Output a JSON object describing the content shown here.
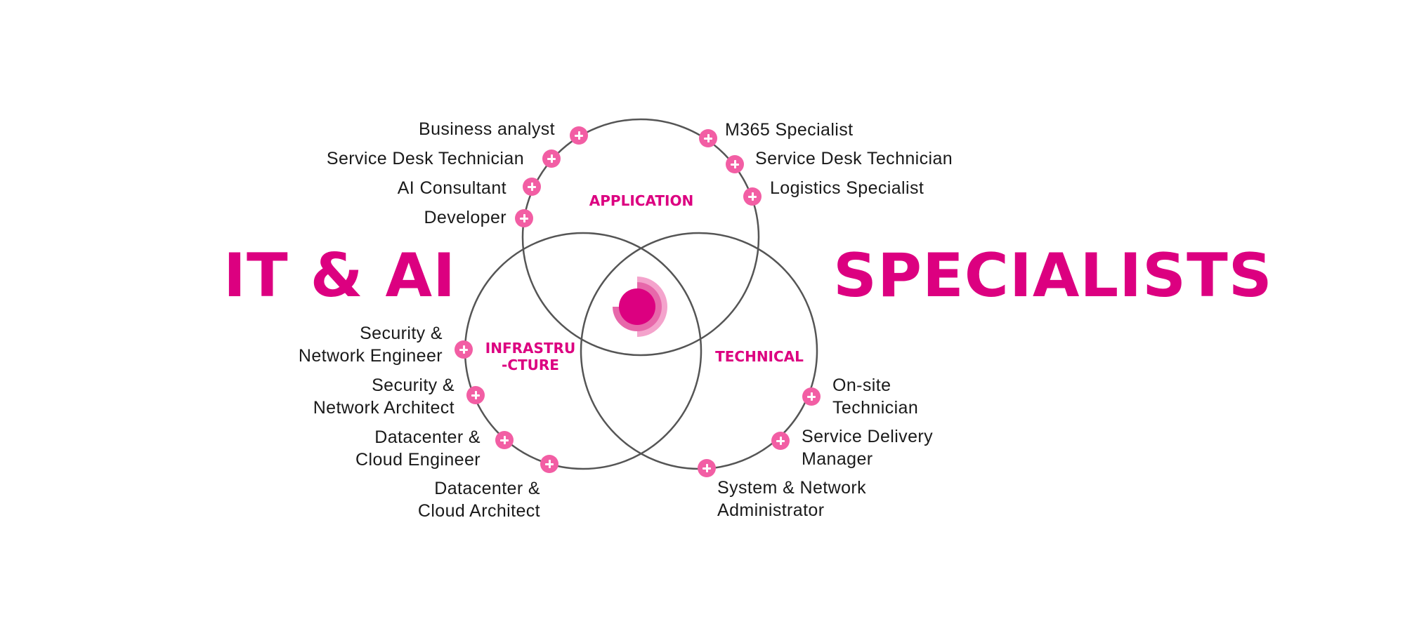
{
  "title": {
    "left": "IT & AI",
    "right": "SPECIALISTS"
  },
  "colors": {
    "brand_magenta": "#dc0080",
    "badge_pink": "#f25ea4",
    "circle_stroke": "#555555",
    "logo_mid": "#e768aa",
    "logo_light": "#f4a3cc",
    "text": "#1a1a1a"
  },
  "sets": {
    "application": {
      "label": "APPLICATION"
    },
    "infrastructure": {
      "label_line1": "INFRASTRU",
      "label_line2": "-CTURE"
    },
    "technical": {
      "label": "TECHNICAL"
    }
  },
  "roles": {
    "application_left": [
      {
        "lines": [
          "Business analyst"
        ]
      },
      {
        "lines": [
          "Service Desk Technician"
        ]
      },
      {
        "lines": [
          "AI Consultant"
        ]
      },
      {
        "lines": [
          "Developer"
        ]
      }
    ],
    "application_right": [
      {
        "lines": [
          "M365 Specialist"
        ]
      },
      {
        "lines": [
          "Service Desk Technician"
        ]
      },
      {
        "lines": [
          "Logistics Specialist"
        ]
      }
    ],
    "infrastructure": [
      {
        "lines": [
          "Security &",
          "Network Engineer"
        ]
      },
      {
        "lines": [
          "Security &",
          "Network Architect"
        ]
      },
      {
        "lines": [
          "Datacenter &",
          "Cloud Engineer"
        ]
      },
      {
        "lines": [
          "Datacenter &",
          "Cloud Architect"
        ]
      }
    ],
    "technical": [
      {
        "lines": [
          "On-site",
          "Technician"
        ]
      },
      {
        "lines": [
          "Service Delivery",
          "Manager"
        ]
      },
      {
        "lines": [
          "System & Network",
          "Administrator"
        ]
      }
    ]
  },
  "icons": {
    "badge": "plus-icon",
    "center": "target-logo-icon"
  }
}
